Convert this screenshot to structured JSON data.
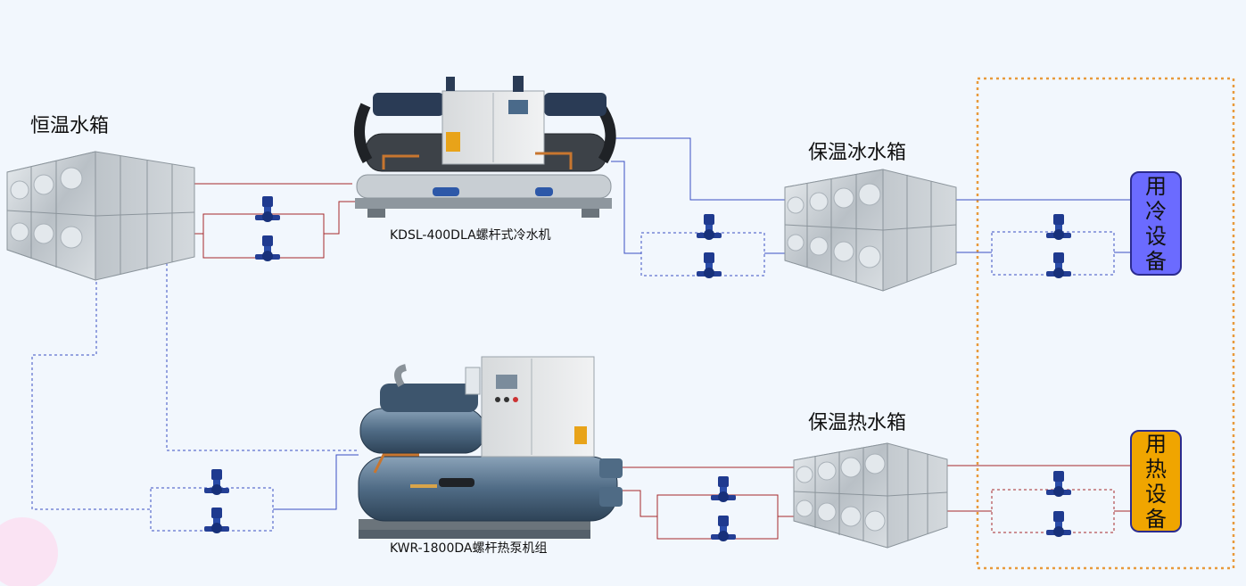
{
  "tanks": {
    "constant_temp": "恒温水箱",
    "ice_water": "保温冰水箱",
    "hot_water": "保温热水箱"
  },
  "machines": {
    "chiller": "KDSL-400DLA螺杆式冷水机",
    "heat_pump": "KWR-1800DA螺杆热泵机组"
  },
  "equipment": {
    "cooling": [
      "用",
      "冷",
      "设",
      "备"
    ],
    "heating": [
      "用",
      "热",
      "设",
      "备"
    ]
  },
  "colors": {
    "background": "#f2f7fd",
    "hot_line": "#a52a2a",
    "cold_line": "#3a4fc4",
    "cooling_box": "#6b6bff",
    "heating_box": "#f0a500",
    "user_group_border": "#e89a3c",
    "pump": "#1f3a8f"
  }
}
